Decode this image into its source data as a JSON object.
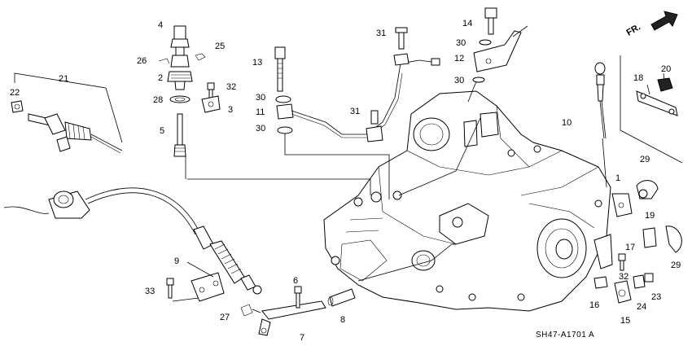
{
  "diagram": {
    "code": "SH47-A1701 A",
    "direction_marker": "FR.",
    "callouts": [
      {
        "id": "c4",
        "num": "4"
      },
      {
        "id": "c25",
        "num": "25"
      },
      {
        "id": "c26",
        "num": "26"
      },
      {
        "id": "c2",
        "num": "2"
      },
      {
        "id": "c32a",
        "num": "32"
      },
      {
        "id": "c28",
        "num": "28"
      },
      {
        "id": "c3",
        "num": "3"
      },
      {
        "id": "c5",
        "num": "5"
      },
      {
        "id": "c21",
        "num": "21"
      },
      {
        "id": "c22",
        "num": "22"
      },
      {
        "id": "c13",
        "num": "13"
      },
      {
        "id": "c31a",
        "num": "31"
      },
      {
        "id": "c30a",
        "num": "30"
      },
      {
        "id": "c11",
        "num": "11"
      },
      {
        "id": "c30b",
        "num": "30"
      },
      {
        "id": "c31b",
        "num": "31"
      },
      {
        "id": "c14",
        "num": "14"
      },
      {
        "id": "c30c",
        "num": "30"
      },
      {
        "id": "c12",
        "num": "12"
      },
      {
        "id": "c30d",
        "num": "30"
      },
      {
        "id": "c10",
        "num": "10"
      },
      {
        "id": "c18",
        "num": "18"
      },
      {
        "id": "c20",
        "num": "20"
      },
      {
        "id": "c29a",
        "num": "29"
      },
      {
        "id": "c1",
        "num": "1"
      },
      {
        "id": "c19",
        "num": "19"
      },
      {
        "id": "c17",
        "num": "17"
      },
      {
        "id": "c29b",
        "num": "29"
      },
      {
        "id": "c32b",
        "num": "32"
      },
      {
        "id": "c23",
        "num": "23"
      },
      {
        "id": "c24",
        "num": "24"
      },
      {
        "id": "c16",
        "num": "16"
      },
      {
        "id": "c15",
        "num": "15"
      },
      {
        "id": "c9",
        "num": "9"
      },
      {
        "id": "c33",
        "num": "33"
      },
      {
        "id": "c6",
        "num": "6"
      },
      {
        "id": "c27",
        "num": "27"
      },
      {
        "id": "c8",
        "num": "8"
      },
      {
        "id": "c7",
        "num": "7"
      }
    ]
  }
}
